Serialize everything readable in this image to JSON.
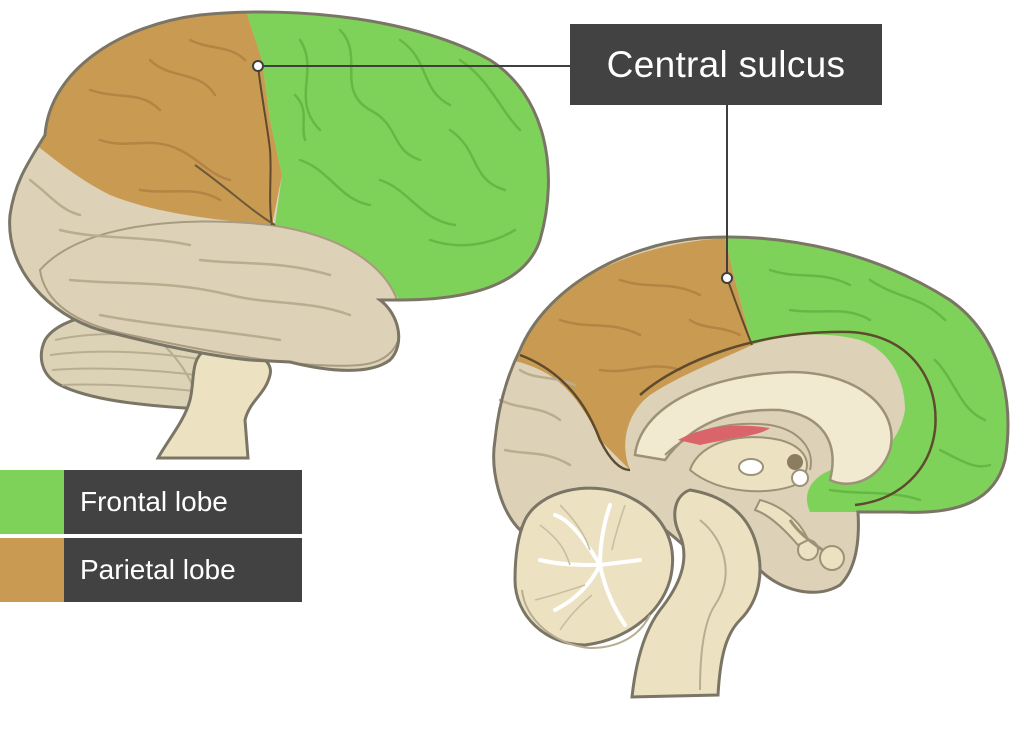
{
  "callout": {
    "label": "Central sulcus"
  },
  "legend": [
    {
      "label": "Frontal lobe",
      "color": "#7ed25a"
    },
    {
      "label": "Parietal lobe",
      "color": "#c99a52"
    }
  ],
  "colors": {
    "frontal": "#7ed25a",
    "parietal": "#c99a52",
    "other_cortex": "#ddd2b7",
    "brainstem": "#ece2c2",
    "outline": "#7b7565",
    "callout_bg": "#424242"
  }
}
